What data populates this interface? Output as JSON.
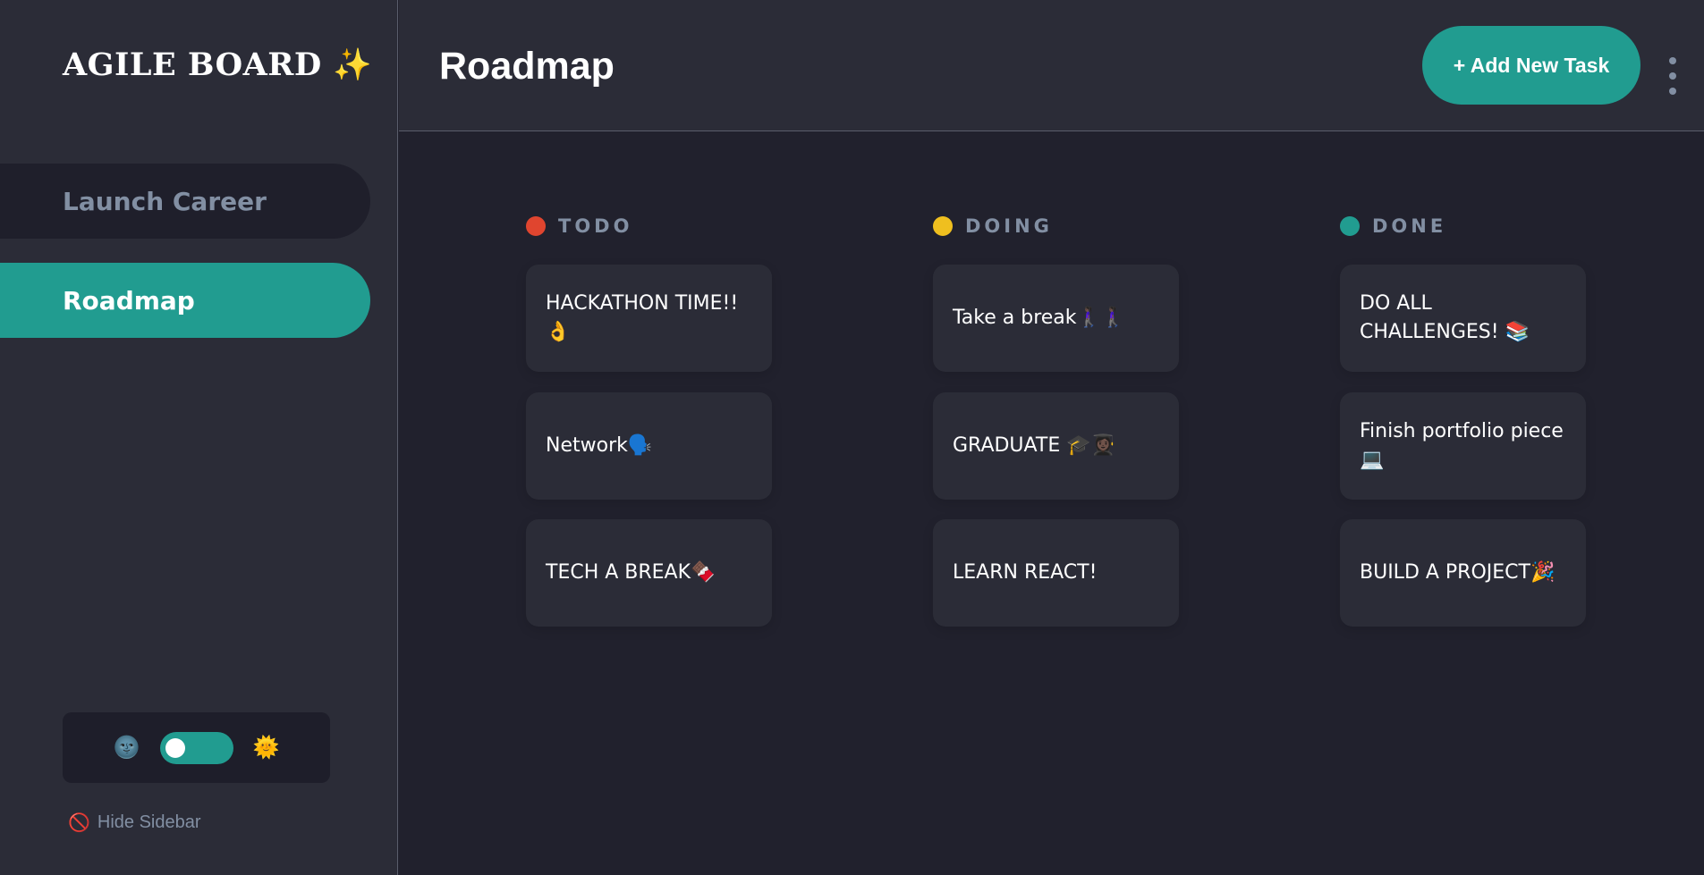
{
  "app": {
    "title": "AGILE BOARD ✨"
  },
  "sidebar": {
    "boards": [
      {
        "label": "Launch Career",
        "active": false
      },
      {
        "label": "Roadmap",
        "active": true
      }
    ],
    "theme": {
      "dark_icon": "🌚",
      "light_icon": "🌞",
      "toggle_state": "dark"
    },
    "hide_sidebar": {
      "icon": "🚫",
      "label": "Hide Sidebar"
    }
  },
  "header": {
    "title": "Roadmap",
    "add_task_label": "+ Add New Task",
    "menu_icon": "vertical-ellipsis-icon"
  },
  "columns": [
    {
      "name": "TODO",
      "color": "#e0452f",
      "tasks": [
        "HACKATHON TIME!! 👌",
        "Network🗣️",
        "TECH A BREAK🍫"
      ]
    },
    {
      "name": "DOING",
      "color": "#efbf1f",
      "tasks": [
        "Take a break🚶🏿‍♀️🚶🏿‍♀️",
        "GRADUATE 🎓👩🏿‍🎓",
        "LEARN REACT!"
      ]
    },
    {
      "name": "DONE",
      "color": "#219c90",
      "tasks": [
        "DO ALL CHALLENGES! 📚",
        "Finish portfolio piece 💻",
        "BUILD A PROJECT🎉"
      ]
    }
  ],
  "colors": {
    "accent": "#219c90",
    "sidebar_bg": "#2b2c37",
    "main_bg": "#21212d",
    "muted_text": "#828fa3"
  }
}
